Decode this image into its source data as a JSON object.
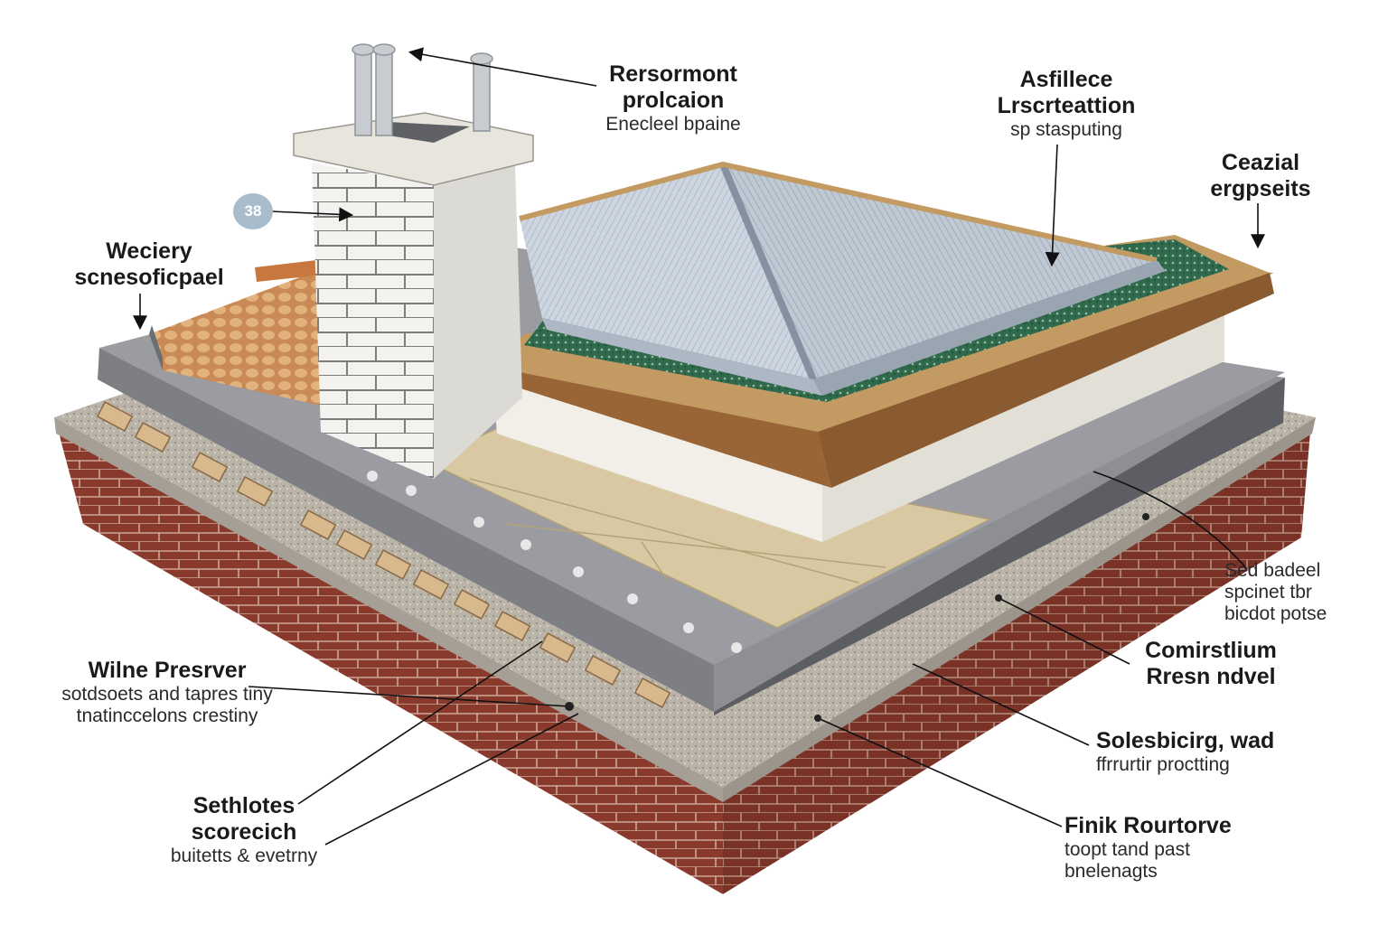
{
  "labels": {
    "top_center": {
      "title": "Rersormont",
      "title2": "prolcaion",
      "sub": "Enecleel bpaine"
    },
    "top_right": {
      "title": "Asfillece",
      "title2": "Lrscrteattion",
      "sub": "sp stasputing"
    },
    "far_right": {
      "title": "Ceazial",
      "title2": "ergpseits"
    },
    "left_upper": {
      "title": "Weciery",
      "title2": "scnesoficpael"
    },
    "badge": "38",
    "right_mid": {
      "line1": "Sed badeel",
      "line2": "spcinet tbr",
      "line3": "bicdot potse"
    },
    "right_lower": {
      "title": "Comirstlium",
      "title2": "Rresn ndvel"
    },
    "left_lower": {
      "title": "Wilne Presrver",
      "sub1": "sotdsoets and tapres tiny",
      "sub2": "tnatinccelons crestiny"
    },
    "right_low2": {
      "title": "Solesbicirg, wad",
      "sub": "ffrrurtir proctting"
    },
    "bottom_left": {
      "title": "Sethlotes",
      "title2": "scorecich",
      "sub": "buitetts & evetrny"
    },
    "bottom_right": {
      "title": "Finik Rourtorve",
      "sub1": "toopt tand past",
      "sub2": "bnelenagts"
    }
  },
  "colors": {
    "brick": "#8a3a2c",
    "gravel": "#b9b3a8",
    "membrane": "#8d8f95",
    "insulation": "#d9c9a2",
    "green_mat": "#2f6a4d",
    "metal_roof": "#c9d2dc",
    "chimney": "#f3f2ee"
  }
}
